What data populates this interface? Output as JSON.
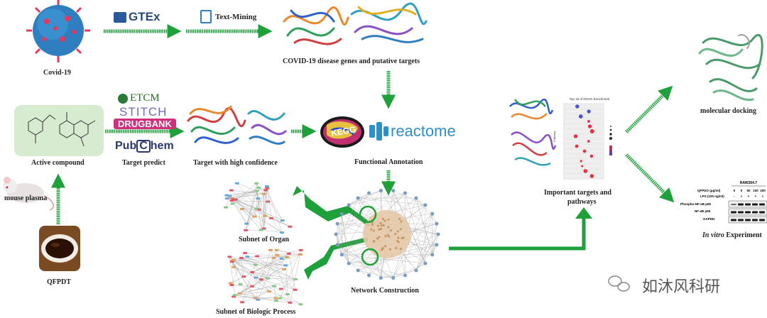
{
  "labels": {
    "covid": "Covid-19",
    "disease_genes": "COVID-19 disease genes and  putative targets",
    "active_compound": "Active compound",
    "target_predict": "Target predict",
    "target_confidence": "Target with high confidence",
    "functional_annotation": "Functional Annotation",
    "important_targets_1": "Important targets and",
    "important_targets_2": "pathways",
    "molecular_docking": "molecular docking",
    "in_vitro_italic": "In vitro",
    "in_vitro_rest": " Experiment",
    "mouse_plasma": "mouse plasma",
    "qfpdt": "QFPDT",
    "subnet_organ": "Subnet of Organ",
    "subnet_bio": "Subnet of Biologic Process",
    "network_construction": "Network Construction"
  },
  "logos": {
    "gtex": "GTEx",
    "text_mining": "Text-Mining",
    "etcm": "ETCM",
    "stitch": "STITCH",
    "drugbank": "DRUGBANK",
    "pubchem_a": "Pub",
    "pubchem_c": "C",
    "pubchem_b": "hem",
    "kegg": "KEGG",
    "reactome": "reactome"
  },
  "chart": {
    "title": "Top 15 of KEGG Enrichment",
    "ylabel": "Pathway"
  },
  "western": {
    "cell_line": "RAW264.7",
    "row_qfpdo": "QFPDO (μg/ml)",
    "row_lps": "LPS (100 ng/ml)",
    "qfpdo_values": [
      "0",
      "0",
      "50",
      "100",
      "200"
    ],
    "lps_values": [
      "-",
      "+",
      "+",
      "+",
      "+"
    ],
    "blots": [
      "Phospho-NF-κB p65",
      "NF-κB p65",
      "GAPDH"
    ]
  },
  "watermark": "如沐风科研",
  "colors": {
    "arrow": "#1ea03a",
    "virus": "#2f7fc0",
    "spike": "#e8365e",
    "green_box": "#d6ebcf"
  }
}
